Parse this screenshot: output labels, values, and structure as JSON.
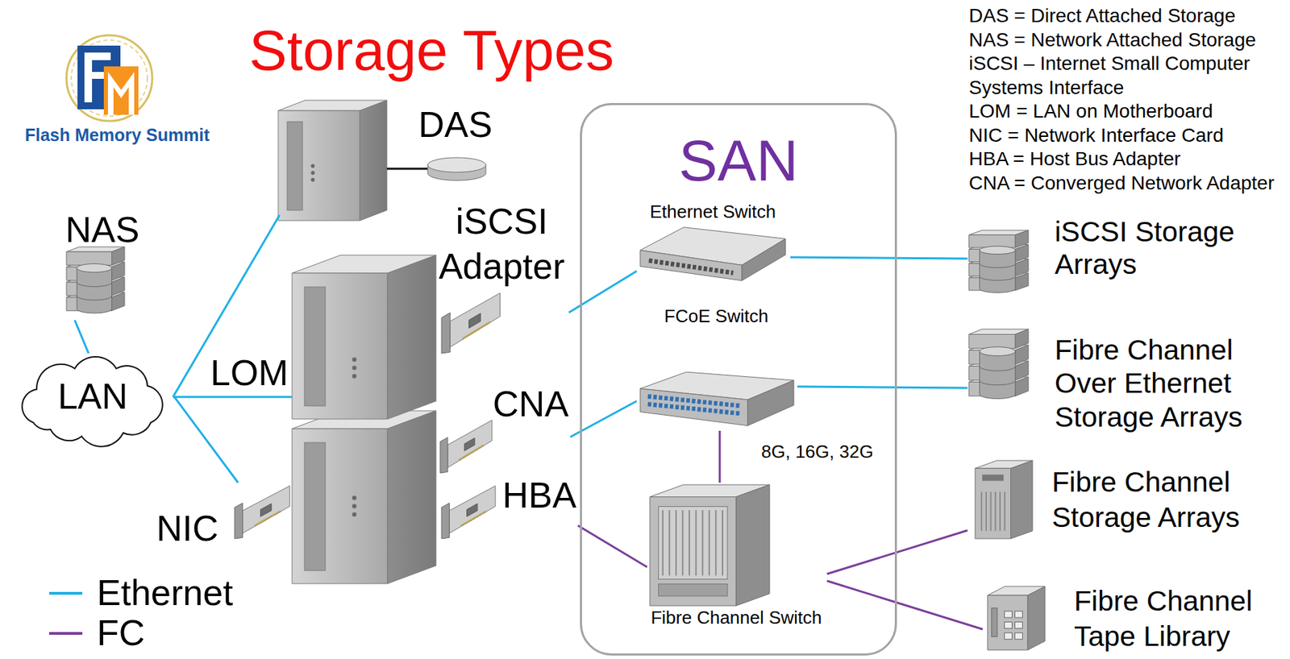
{
  "diagram": {
    "title": "Storage Types",
    "nodes": [
      {
        "text": [
          "DAS"
        ]
      },
      {
        "text": [
          "SAN"
        ]
      },
      {
        "text": [
          "Ethernet Switch"
        ],
        "in": 1
      },
      {
        "text": [
          "FCoE Switch"
        ],
        "in": 1
      },
      {
        "text": [
          "Fibre Channel Switch"
        ],
        "in": 1
      },
      {
        "text": [
          "NAS"
        ]
      },
      {
        "text": [
          "iSCSI Adapter"
        ]
      },
      {
        "text": [
          "iSCSI Storage Arrays"
        ]
      },
      {
        "text": [
          "LAN"
        ]
      },
      {
        "text": [
          "Fibre Channel Over Ethernet Storage Arrays"
        ]
      },
      {
        "text": [
          "CNA"
        ]
      },
      {
        "text": [
          "Fibre Channel Storage Arrays"
        ]
      },
      {
        "text": [
          "HBA"
        ]
      },
      {
        "text": [
          "NIC"
        ]
      },
      {
        "text": [
          "Fibre Channel Tape Library"
        ]
      }
    ],
    "edges": [
      {
        "from": 5,
        "to": 8,
        "arrow": "none"
      },
      {
        "from": 8,
        "to": 13,
        "arrow": "none"
      },
      {
        "from": 6,
        "to": 2,
        "arrow": "none"
      },
      {
        "from": 10,
        "to": 3,
        "arrow": "none"
      },
      {
        "from": 12,
        "to": 4,
        "arrow": "none"
      },
      {
        "from": 2,
        "to": 7,
        "arrow": "none"
      },
      {
        "from": 3,
        "to": 9,
        "arrow": "none"
      },
      {
        "from": 3,
        "to": 4,
        "label": "8G, 16G, 32G",
        "arrow": "none"
      },
      {
        "from": 4,
        "to": 11,
        "arrow": "none"
      },
      {
        "from": 4,
        "to": 14,
        "arrow": "none"
      }
    ],
    "labels": [
      "Flash Memory Summit",
      "DAS = Direct Attached Storage",
      "NAS = Network Attached Storage",
      "iSCSI – Internet Small Computer Systems Interface",
      "LOM = LAN on Motherboard",
      "NIC = Network Interface Card",
      "HBA = Host Bus Adapter",
      "CNA = Converged Network Adapter",
      "LOM"
    ],
    "legend": [
      {
        "text": "Ethernet"
      },
      {
        "text": "FC"
      }
    ]
  }
}
